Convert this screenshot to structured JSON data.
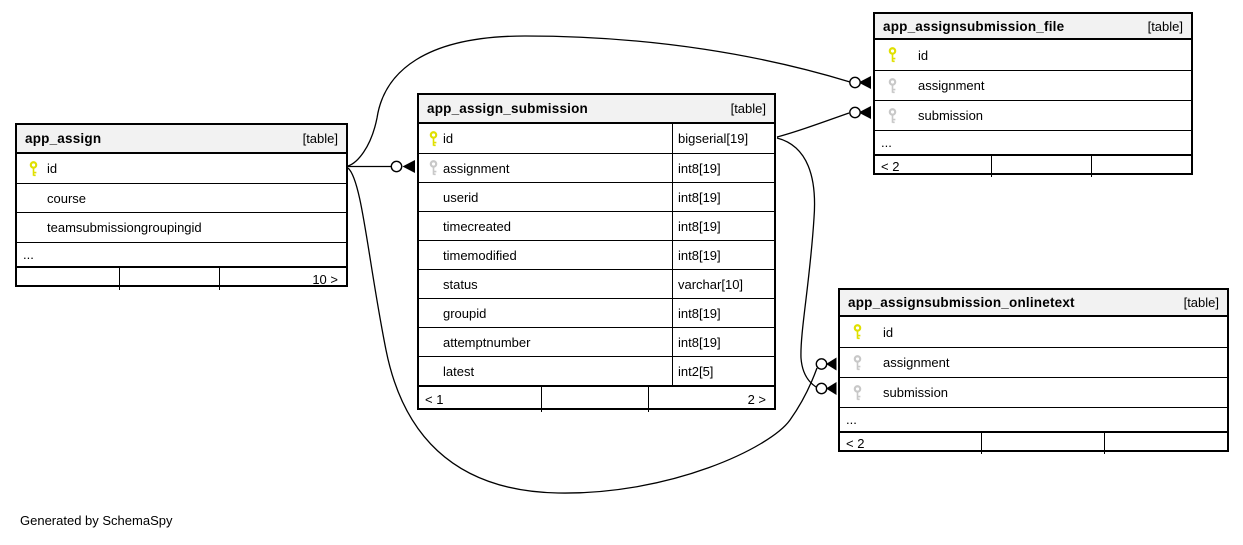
{
  "generator_note": "Generated by SchemaSpy",
  "colors": {
    "primary_key": "#e0e000",
    "foreign_key": "#c8c8c8",
    "header_bg": "#f2f2f2",
    "border": "#000000"
  },
  "tables": [
    {
      "name": "app_assign",
      "tag": "[table]",
      "columns": [
        {
          "name": "id",
          "key": "pk"
        },
        {
          "name": "course",
          "key": ""
        },
        {
          "name": "teamsubmissiongroupingid",
          "key": ""
        }
      ],
      "ellipsis": "...",
      "footer": [
        "",
        "",
        "10 >"
      ]
    },
    {
      "name": "app_assign_submission",
      "tag": "[table]",
      "columns": [
        {
          "name": "id",
          "key": "pk",
          "type": "bigserial[19]"
        },
        {
          "name": "assignment",
          "key": "fk",
          "type": "int8[19]"
        },
        {
          "name": "userid",
          "key": "",
          "type": "int8[19]"
        },
        {
          "name": "timecreated",
          "key": "",
          "type": "int8[19]"
        },
        {
          "name": "timemodified",
          "key": "",
          "type": "int8[19]"
        },
        {
          "name": "status",
          "key": "",
          "type": "varchar[10]"
        },
        {
          "name": "groupid",
          "key": "",
          "type": "int8[19]"
        },
        {
          "name": "attemptnumber",
          "key": "",
          "type": "int8[19]"
        },
        {
          "name": "latest",
          "key": "",
          "type": "int2[5]"
        }
      ],
      "footer": [
        "< 1",
        "",
        "2 >"
      ]
    },
    {
      "name": "app_assignsubmission_file",
      "tag": "[table]",
      "columns": [
        {
          "name": "id",
          "key": "pk"
        },
        {
          "name": "assignment",
          "key": "fk"
        },
        {
          "name": "submission",
          "key": "fk"
        }
      ],
      "ellipsis": "...",
      "footer": [
        "< 2",
        "",
        ""
      ]
    },
    {
      "name": "app_assignsubmission_onlinetext",
      "tag": "[table]",
      "columns": [
        {
          "name": "id",
          "key": "pk"
        },
        {
          "name": "assignment",
          "key": "fk"
        },
        {
          "name": "submission",
          "key": "fk"
        }
      ],
      "ellipsis": "...",
      "footer": [
        "< 2",
        "",
        ""
      ]
    }
  ],
  "relations": [
    {
      "from": "app_assign.id",
      "to": "app_assign_submission.assignment"
    },
    {
      "from": "app_assign.id",
      "to": "app_assignsubmission_file.assignment"
    },
    {
      "from": "app_assign.id",
      "to": "app_assignsubmission_onlinetext.assignment"
    },
    {
      "from": "app_assign_submission.id",
      "to": "app_assignsubmission_file.submission"
    },
    {
      "from": "app_assign_submission.id",
      "to": "app_assignsubmission_onlinetext.submission"
    }
  ]
}
